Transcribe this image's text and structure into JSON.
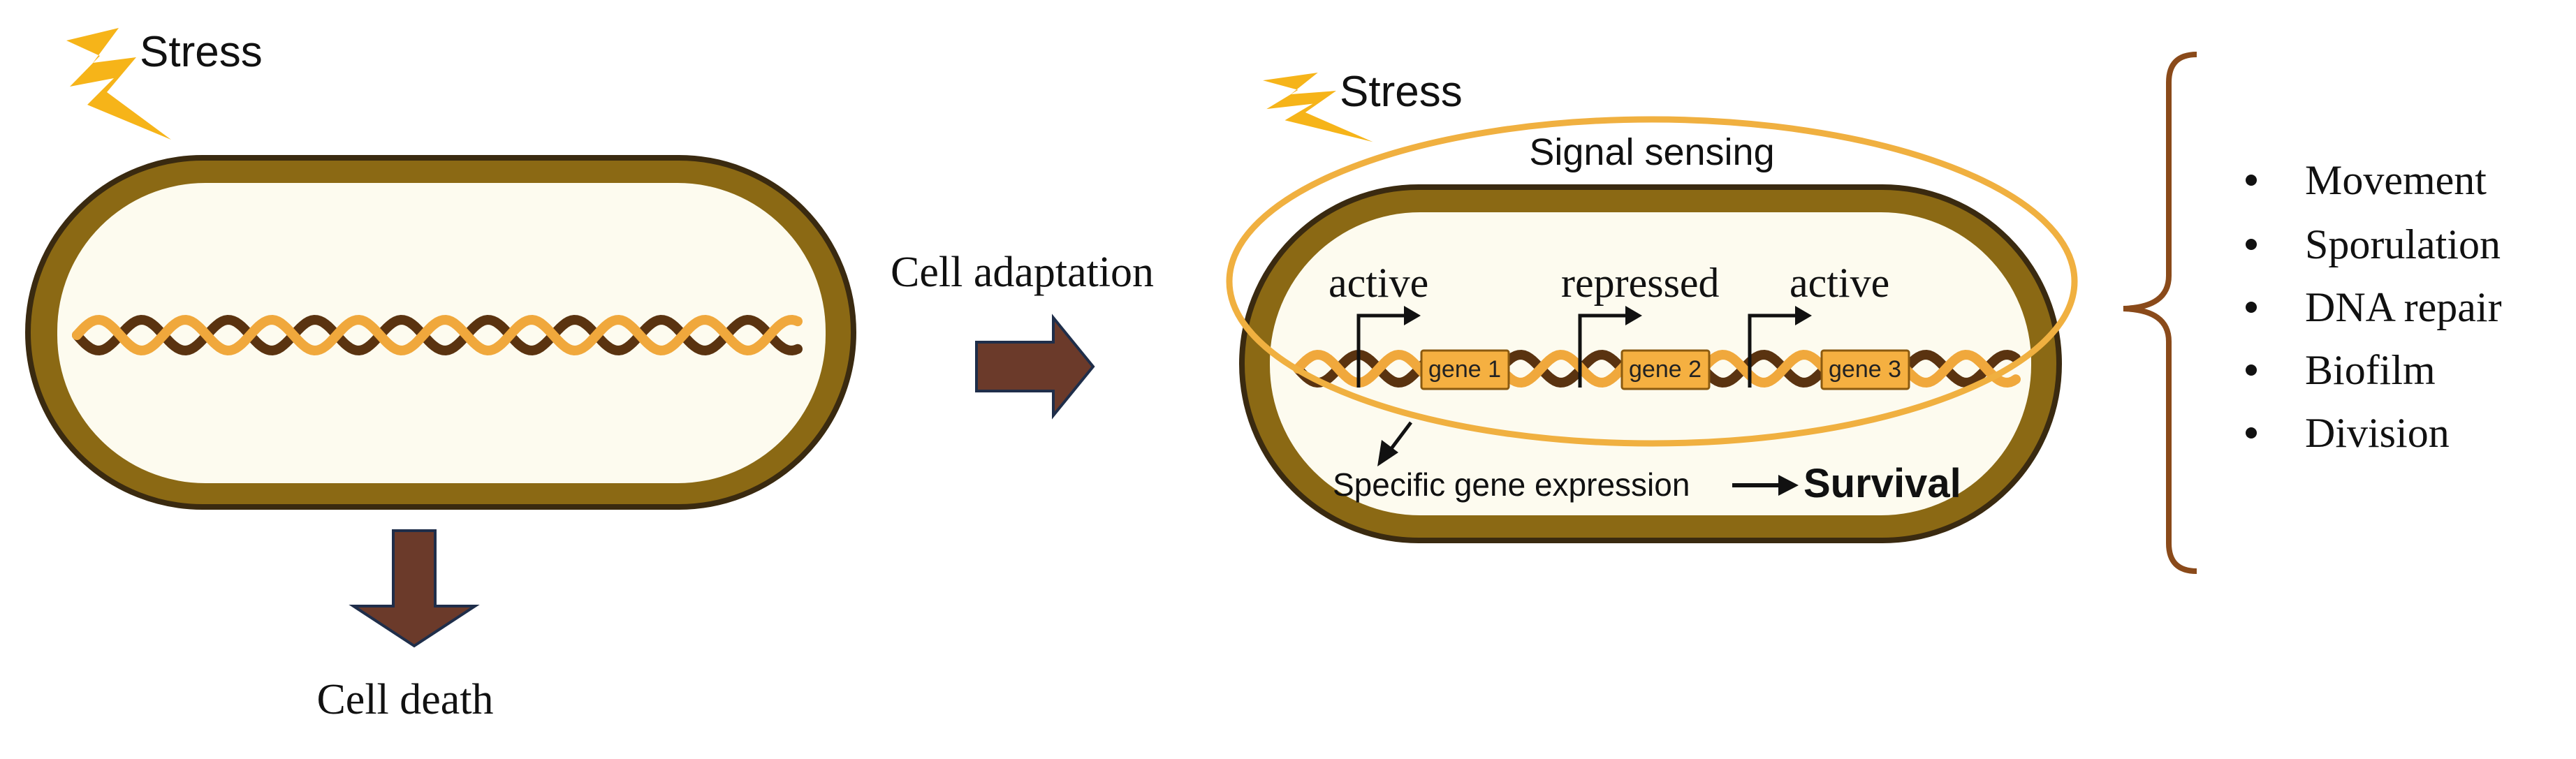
{
  "labels": {
    "stress_left": "Stress",
    "stress_right": "Stress",
    "cell_death": "Cell death",
    "cell_adaptation": "Cell adaptation",
    "signal_sensing": "Signal sensing",
    "promoter_1": "active",
    "promoter_2": "repressed",
    "promoter_3": "active",
    "gene_1": "gene 1",
    "gene_2": "gene 2",
    "gene_3": "gene 3",
    "specific_gene_expression": "Specific gene expression",
    "survival": "Survival"
  },
  "outcomes": [
    "Movement",
    "Sporulation",
    "DNA repair",
    "Biofilm",
    "Division"
  ],
  "colors": {
    "cell_wall": "#8B6914",
    "cell_wall_outline": "#3a2a10",
    "cytoplasm": "#fdfbef",
    "dna_dark": "#5a3310",
    "dna_light": "#f0a83c",
    "lightning": "#f6b419",
    "arrow_fill": "#6b3a2a",
    "arrow_outline": "#1f2e4a",
    "signal_ellipse": "#f0b040",
    "gene_box": "#f5b041",
    "brace": "#8a4a1a"
  }
}
